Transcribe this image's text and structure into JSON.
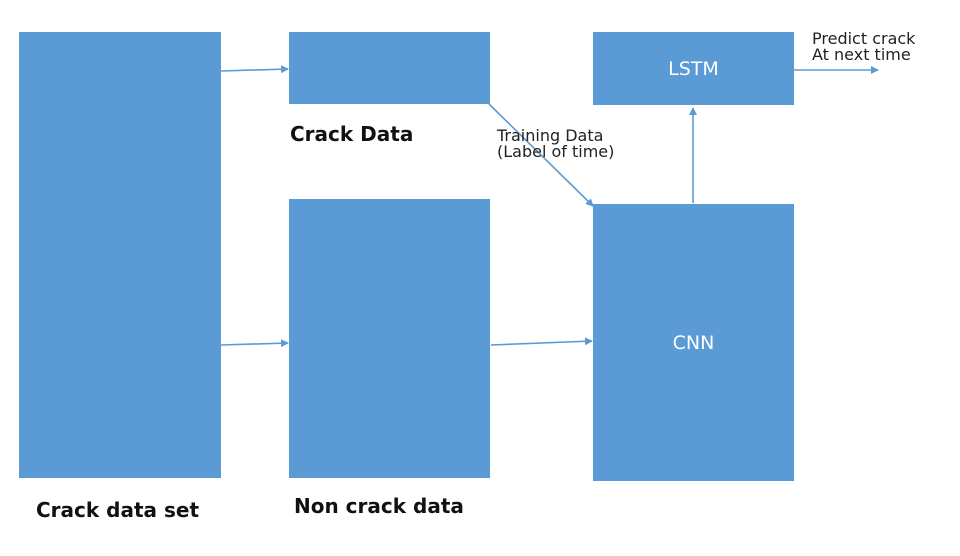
{
  "colors": {
    "box_fill": "#5b9bd5",
    "arrow": "#5b9bd5",
    "box_text": "#ffffff",
    "caption_text": "#111111"
  },
  "boxes": {
    "crack_data_set": {
      "label": ""
    },
    "crack_data": {
      "label": ""
    },
    "non_crack_data": {
      "label": ""
    },
    "lstm": {
      "label": "LSTM"
    },
    "cnn": {
      "label": "CNN"
    }
  },
  "captions": {
    "crack_data_set": "Crack data set",
    "crack_data": "Crack Data",
    "non_crack_data": "Non crack data"
  },
  "annotations": {
    "training_line1": "Training Data",
    "training_line2": "(Label of time)",
    "predict_line1": "Predict crack",
    "predict_line2": "At next time"
  }
}
